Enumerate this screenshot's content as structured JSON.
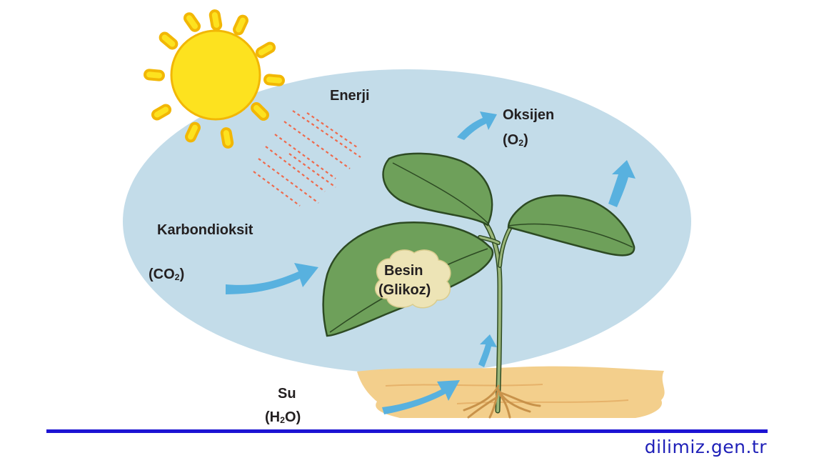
{
  "labels": {
    "energy": "Enerji",
    "oxygen": "Oksijen",
    "oxygen_formula": {
      "main": "(O",
      "sub": "2",
      "end": ")"
    },
    "carbon_dioxide": "Karbondioksit",
    "co2_formula": {
      "main": "(CO",
      "sub": "2",
      "end": ")"
    },
    "food_line1": "Besin",
    "food_line2": "(Glikoz)",
    "water": "Su",
    "water_formula": {
      "main": "(H",
      "sub": "2",
      "end": "O)"
    }
  },
  "footer": {
    "site": "dilimiz.gen.tr"
  },
  "colors": {
    "sky_ellipse": "#c3dce9",
    "sun": "#fde21f",
    "sun_stroke": "#f2b705",
    "ray_dash": "#ee6a4d",
    "arrow_blue": "#58b1df",
    "leaf_green": "#6ea05a",
    "leaf_outline": "#2d4a23",
    "soil": "#f3cf8c",
    "stem": "#9bb77a",
    "root": "#c8924a",
    "footer_line": "#1d14d3",
    "footer_text": "#1e1fb8"
  },
  "icons": [
    "sun-icon",
    "plant-icon",
    "arrow-icon",
    "root-icon",
    "cloud-bubble-icon"
  ]
}
